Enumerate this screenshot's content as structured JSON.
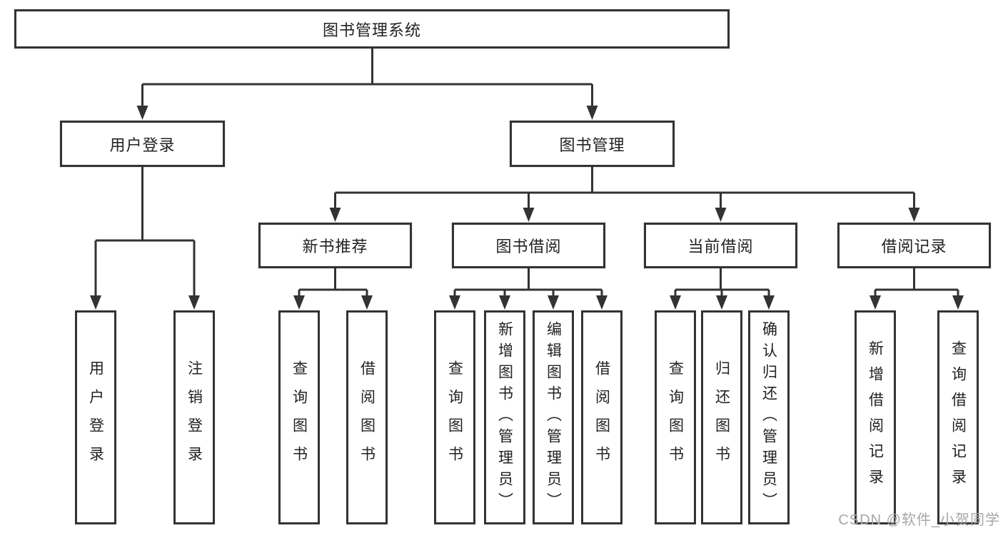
{
  "tree": {
    "label": "图书管理系统",
    "children": [
      {
        "label": "用户登录",
        "children": [
          {
            "label": "用户登录"
          },
          {
            "label": "注销登录"
          }
        ]
      },
      {
        "label": "图书管理",
        "children": [
          {
            "label": "新书推荐",
            "children": [
              {
                "label": "查询图书"
              },
              {
                "label": "借阅图书"
              }
            ]
          },
          {
            "label": "图书借阅",
            "children": [
              {
                "label": "查询图书"
              },
              {
                "label": "新增图书（管理员）"
              },
              {
                "label": "编辑图书（管理员）"
              },
              {
                "label": "借阅图书"
              }
            ]
          },
          {
            "label": "当前借阅",
            "children": [
              {
                "label": "查询图书"
              },
              {
                "label": "归还图书"
              },
              {
                "label": "确认归还（管理员）"
              }
            ]
          },
          {
            "label": "借阅记录",
            "children": [
              {
                "label": "新增借阅记录"
              },
              {
                "label": "查询借阅记录"
              }
            ]
          }
        ]
      }
    ]
  },
  "watermark": "CSDN @软件_小贺同学",
  "colors": {
    "line": "#333333",
    "text": "#222222",
    "watermark": "#a6a6a6",
    "background": "#ffffff"
  }
}
